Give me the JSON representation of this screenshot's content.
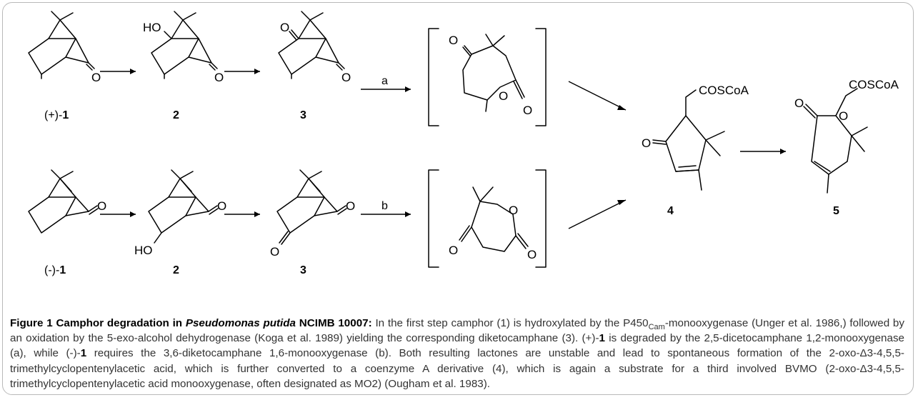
{
  "scheme": {
    "reagent_a": "a",
    "reagent_b": "b",
    "top_row_labels": [
      {
        "prefix": "(+)-",
        "num": "1"
      },
      {
        "prefix": "",
        "num": "2"
      },
      {
        "prefix": "",
        "num": "3"
      }
    ],
    "bottom_row_labels": [
      {
        "prefix": "(-)-",
        "num": "1"
      },
      {
        "prefix": "",
        "num": "2"
      },
      {
        "prefix": "",
        "num": "3"
      }
    ],
    "label_4": "4",
    "label_5": "5",
    "atoms": {
      "ho": "HO",
      "o": "O",
      "coscoa": "COSCoA"
    }
  },
  "caption": {
    "figure_label": "Figure 1",
    "title_pre": "Camphor degradation in ",
    "title_italic": "Pseudomonas putida",
    "title_post": " NCIMB 10007:",
    "s1": " In the first step camphor (1) is hydroxylated by the P450",
    "s1_sub": "Cam",
    "s2": "-monooxygenase (Unger et al. 1986,) followed by an oxidation by the 5-exo-alcohol dehydrogenase (Koga et al. 1989) yielding the corresponding diketocamphane (3). ",
    "plus_prefix": "(+)-",
    "num1": "1",
    "s3": " is degraded by the 2,5-dicetocamphane 1,2-monooxygenase (a), while ",
    "minus_prefix": "(-)-",
    "s4": " requires the 3,6-diketocamphane 1,6-monooxygenase (b). Both resulting lactones are unstable and lead to spontaneous formation of the 2-oxo-Δ3-4,5,5-trimethylcyclopentenylacetic acid, which is further converted to a coenzyme A derivative (4), which is again a substrate for a third involved BVMO (2-oxo-Δ3-4,5,5-trimethylcyclopentenylacetic acid monooxygenase, often designated as MO2) (Ougham et al. 1983)."
  }
}
